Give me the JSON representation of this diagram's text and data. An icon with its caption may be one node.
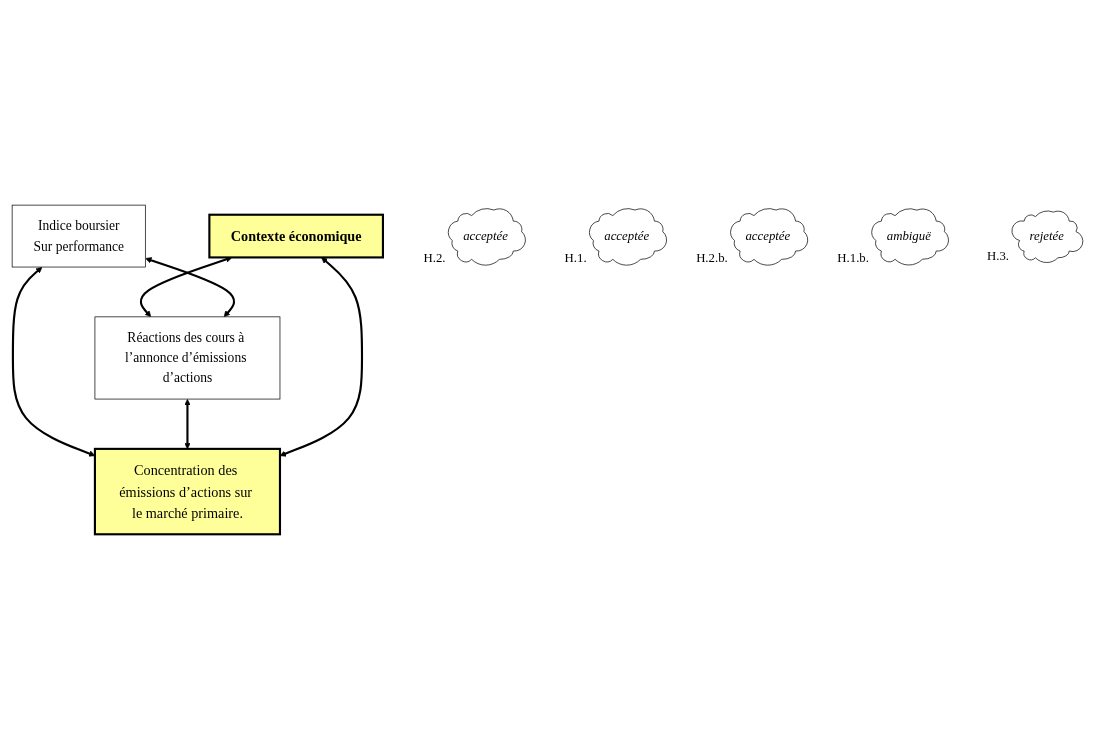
{
  "diagram": {
    "nodes": [
      {
        "text": [
          "Contexte économique"
        ]
      },
      {
        "text": [
          "Indice boursier",
          "Sur performance"
        ]
      },
      {
        "text": [
          "Réactions des cours à l’annonce d’émissions d’actions"
        ]
      },
      {
        "text": [
          "Concentration des émissions d’actions sur le marché primaire."
        ]
      },
      {
        "text": [
          "acceptée"
        ],
        "beside": [
          "H.2."
        ]
      },
      {
        "text": [
          "acceptée"
        ],
        "beside": [
          "H.1."
        ]
      },
      {
        "text": [
          "acceptée"
        ],
        "beside": [
          "H.2.b."
        ]
      },
      {
        "text": [
          "ambiguë"
        ],
        "beside": [
          "H.1.b."
        ]
      },
      {
        "text": [
          "rejetée"
        ],
        "beside": [
          "H.3."
        ]
      }
    ],
    "edges": [
      {
        "from": 0,
        "to": 2,
        "arrow": "both"
      },
      {
        "from": 1,
        "to": 2,
        "arrow": "both"
      },
      {
        "from": 1,
        "to": 3,
        "arrow": "both"
      },
      {
        "from": 2,
        "to": 3,
        "arrow": "both"
      },
      {
        "from": 0,
        "to": 3,
        "arrow": "both"
      }
    ]
  }
}
